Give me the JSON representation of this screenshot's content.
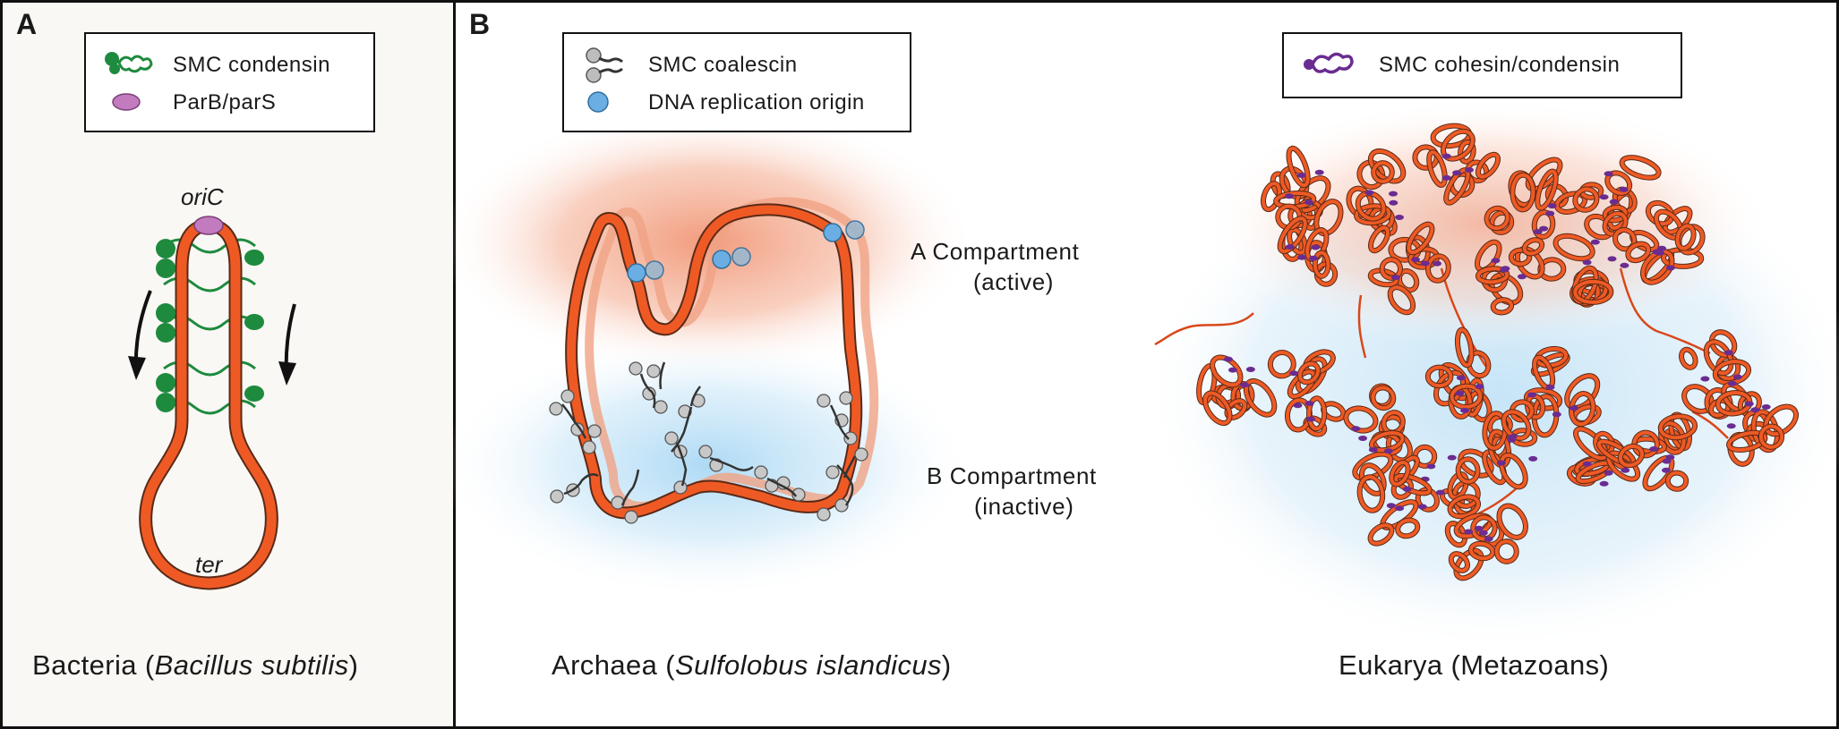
{
  "panels": {
    "a": {
      "letter": "A",
      "legend": {
        "item1": "SMC condensin",
        "item2": "ParB/parS"
      },
      "labels": {
        "origin": "oriC",
        "terminus": "ter"
      },
      "caption": {
        "prefix": "Bacteria (",
        "species": "Bacillus subtilis",
        "suffix": ")"
      }
    },
    "b": {
      "letter": "B",
      "legend_archaea": {
        "item1": "SMC coalescin",
        "item2": "DNA replication origin"
      },
      "legend_eukarya": {
        "item1": "SMC cohesin/condensin"
      },
      "compartments": {
        "a_line1": "A Compartment",
        "a_line2": "(active)",
        "b_line1": "B Compartment",
        "b_line2": "(inactive)"
      },
      "caption_archaea": {
        "prefix": "Archaea (",
        "species": "Sulfolobus islandicus",
        "suffix": ")"
      },
      "caption_eukarya": "Eukarya (Metazoans)"
    }
  },
  "colors": {
    "chromosome": "#ef5a24",
    "condensin": "#1e8a3e",
    "parb": "#c27bbf",
    "coalescin": "#a9a9a9",
    "origin": "#6aaee3",
    "cohesin": "#6a2c91",
    "active_glow": "#f29a7a",
    "inactive_glow": "#a9d6f2",
    "panel_a_bg": "#f9f8f4"
  }
}
